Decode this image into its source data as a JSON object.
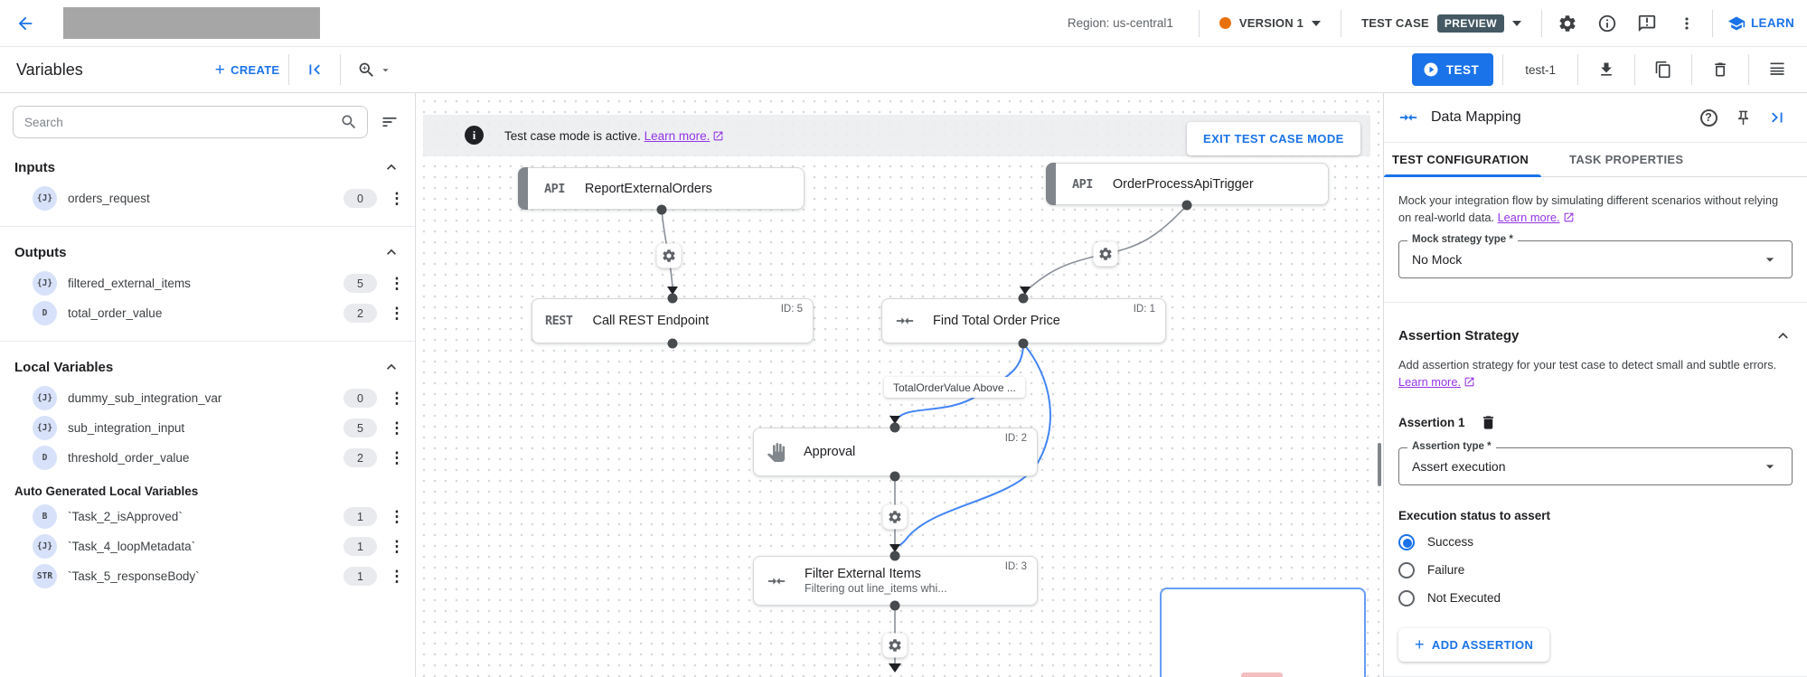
{
  "colors": {
    "accent_blue": "#1a73e8",
    "version_dot_orange": "#e8710a",
    "preview_badge_bg": "#445963",
    "link_purple": "#9334e6",
    "edge_blue": "#4285f4",
    "variable_badge_bg": "#d7e2fa"
  },
  "topbar": {
    "region_label": "Region: us-central1",
    "version_label": "VERSION 1",
    "test_case_label": "TEST CASE",
    "preview_badge": "PREVIEW",
    "learn_label": "LEARN"
  },
  "toolbar": {
    "title": "Variables",
    "create_label": "CREATE",
    "test_button_label": "TEST",
    "test_case_name": "test-1"
  },
  "variables_panel": {
    "search_placeholder": "Search",
    "sections": [
      {
        "title": "Inputs",
        "items": [
          {
            "type": "{J}",
            "name": "orders_request",
            "count": "0"
          }
        ]
      },
      {
        "title": "Outputs",
        "items": [
          {
            "type": "{J}",
            "name": "filtered_external_items",
            "count": "5"
          },
          {
            "type": "D",
            "name": "total_order_value",
            "count": "2"
          }
        ]
      },
      {
        "title": "Local Variables",
        "items": [
          {
            "type": "{J}",
            "name": "dummy_sub_integration_var",
            "count": "0"
          },
          {
            "type": "{J}",
            "name": "sub_integration_input",
            "count": "5"
          },
          {
            "type": "D",
            "name": "threshold_order_value",
            "count": "2"
          }
        ]
      },
      {
        "title": "Auto Generated Local Variables",
        "items": [
          {
            "type": "B",
            "name": "`Task_2_isApproved`",
            "count": "1"
          },
          {
            "type": "{J}",
            "name": "`Task_4_loopMetadata`",
            "count": "1"
          },
          {
            "type": "STR",
            "name": "`Task_5_responseBody`",
            "count": "1"
          }
        ]
      }
    ]
  },
  "canvas": {
    "banner": {
      "text": "Test case mode is active.",
      "link": "Learn more.",
      "exit_button": "EXIT TEST CASE MODE"
    },
    "edge_label": "TotalOrderValue Above ...",
    "nodes": [
      {
        "kind": "API",
        "title": "ReportExternalOrders",
        "id_badge": ""
      },
      {
        "kind": "API",
        "title": "OrderProcessApiTrigger",
        "id_badge": ""
      },
      {
        "kind": "REST",
        "title": "Call REST Endpoint",
        "id_badge": "ID: 5"
      },
      {
        "kind": "",
        "title": "Find Total Order Price",
        "id_badge": "ID: 1"
      },
      {
        "kind": "",
        "title": "Approval",
        "id_badge": "ID: 2"
      },
      {
        "kind": "",
        "title": "Filter External Items",
        "id_badge": "ID: 3",
        "subtitle": "Filtering out line_items whi..."
      }
    ]
  },
  "data_mapping_panel": {
    "title": "Data Mapping",
    "tabs": [
      {
        "label": "TEST CONFIGURATION"
      },
      {
        "label": "TASK PROPERTIES"
      }
    ],
    "mock_section": {
      "description": "Mock your integration flow by simulating different scenarios without relying on real-world data.",
      "link": "Learn more.",
      "field_label": "Mock strategy type *",
      "field_value": "No Mock"
    },
    "assertion_section": {
      "title": "Assertion Strategy",
      "description": "Add assertion strategy for your test case to detect small and subtle errors.",
      "link": "Learn more.",
      "assertion_title": "Assertion 1",
      "type_label": "Assertion type *",
      "type_value": "Assert execution",
      "status_label": "Execution status to assert",
      "options": [
        {
          "label": "Success",
          "selected": true
        },
        {
          "label": "Failure",
          "selected": false
        },
        {
          "label": "Not Executed",
          "selected": false
        }
      ],
      "add_button": "ADD ASSERTION"
    }
  }
}
